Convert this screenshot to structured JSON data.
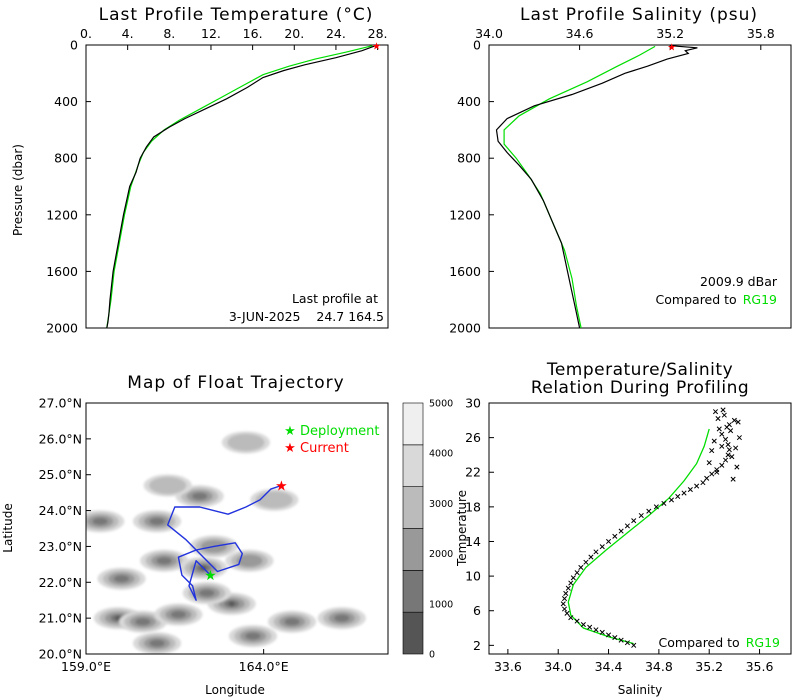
{
  "chart_data": [
    {
      "type": "line",
      "title": "Last Profile Temperature (°C)",
      "ylabel": "Pressure (dbar)",
      "xlim": [
        0,
        29
      ],
      "ylim": [
        2000,
        0
      ],
      "x_ticks": [
        "0.",
        "4.",
        "8.",
        "12.",
        "16.",
        "20.",
        "24.",
        "28."
      ],
      "y_ticks": [
        "0",
        "400",
        "800",
        "1200",
        "1600",
        "2000"
      ],
      "annotation_lines": [
        "Last profile at",
        "3-JUN-2025    24.7 164.5"
      ],
      "series": [
        {
          "color": "#000000",
          "x": [
            27.8,
            26.5,
            24.0,
            21.0,
            19.0,
            17.0,
            15.5,
            13.5,
            11.5,
            9.5,
            8.0,
            6.5,
            5.8,
            5.2,
            4.8,
            4.2,
            3.6,
            3.1,
            2.6,
            2.3,
            2.2,
            2.1,
            2.0
          ],
          "y": [
            5,
            40,
            90,
            140,
            180,
            230,
            300,
            380,
            450,
            520,
            580,
            650,
            720,
            800,
            900,
            1000,
            1200,
            1400,
            1600,
            1800,
            1900,
            1960,
            2010
          ]
        },
        {
          "color": "#00dd00",
          "x": [
            27.5,
            25.0,
            22.0,
            19.5,
            17.0,
            15.0,
            13.0,
            11.0,
            9.0,
            7.5,
            6.3,
            5.5,
            5.0,
            4.3,
            3.7,
            3.2,
            2.7,
            2.4,
            2.2,
            2.0
          ],
          "y": [
            5,
            50,
            100,
            150,
            210,
            290,
            370,
            450,
            530,
            600,
            680,
            760,
            850,
            1000,
            1200,
            1400,
            1600,
            1800,
            1900,
            2010
          ]
        }
      ],
      "marker": {
        "x": 27.9,
        "y": 3,
        "color": "#ff0000"
      }
    },
    {
      "type": "line",
      "title": "Last Profile Salinity (psu)",
      "xlim": [
        34.0,
        36.0
      ],
      "ylim": [
        2000,
        0
      ],
      "x_ticks": [
        "34.0",
        "34.6",
        "35.2",
        "35.8"
      ],
      "y_ticks": [
        "0",
        "400",
        "800",
        "1200",
        "1600",
        "2000"
      ],
      "annotation_lines": [
        "2009.9 dBar",
        "Compared to"
      ],
      "annotation_ref": "RG19",
      "series": [
        {
          "color": "#000000",
          "x": [
            35.2,
            35.38,
            35.3,
            35.32,
            35.18,
            35.05,
            34.9,
            34.75,
            34.55,
            34.3,
            34.12,
            34.05,
            34.06,
            34.12,
            34.2,
            34.28,
            34.36,
            34.42,
            34.48,
            34.52,
            34.56,
            34.58,
            34.6
          ],
          "y": [
            5,
            20,
            40,
            60,
            100,
            150,
            200,
            270,
            350,
            430,
            520,
            600,
            680,
            760,
            850,
            950,
            1100,
            1250,
            1400,
            1600,
            1800,
            1900,
            2010
          ]
        },
        {
          "color": "#00dd00",
          "x": [
            35.1,
            35.0,
            34.85,
            34.65,
            34.4,
            34.2,
            34.1,
            34.1,
            34.18,
            34.26,
            34.34,
            34.42,
            34.5,
            34.55,
            34.58,
            34.61
          ],
          "y": [
            10,
            70,
            150,
            260,
            380,
            500,
            600,
            700,
            800,
            920,
            1050,
            1250,
            1450,
            1650,
            1850,
            2010
          ]
        }
      ],
      "marker": {
        "x": 35.21,
        "y": 10,
        "color": "#ff0000"
      }
    },
    {
      "type": "map",
      "title": "Map of Float Trajectory",
      "xlabel": "Longitude",
      "ylabel": "Latitude",
      "xlim": [
        159.0,
        167.5
      ],
      "ylim": [
        20.0,
        27.0
      ],
      "x_ticks": [
        "159.0°E",
        "164.0°E"
      ],
      "y_ticks": [
        "20.0°N",
        "21.0°N",
        "22.0°N",
        "23.0°N",
        "24.0°N",
        "25.0°N",
        "26.0°N",
        "27.0°N"
      ],
      "legend": [
        {
          "label": "Deployment",
          "color": "#00dd00"
        },
        {
          "label": "Current",
          "color": "#ff0000"
        }
      ],
      "colorbar_ticks": [
        "0",
        "1000",
        "2000",
        "3000",
        "4000",
        "5000"
      ],
      "colorbar_colors": [
        "#555555",
        "#777777",
        "#999999",
        "#bbbbbb",
        "#d9d9d9",
        "#efefef"
      ],
      "deployment": {
        "lon": 162.5,
        "lat": 22.2
      },
      "current": {
        "lon": 164.5,
        "lat": 24.7
      },
      "trajectory": {
        "lon": [
          162.5,
          162.1,
          161.9,
          162.1,
          162.0,
          161.7,
          161.6,
          162.1,
          162.6,
          163.2,
          163.4,
          163.3,
          162.7,
          161.8,
          161.3,
          161.5,
          162.2,
          163.0,
          163.5,
          163.9,
          164.2,
          164.5
        ],
        "lat": [
          22.2,
          22.6,
          21.9,
          21.5,
          21.9,
          22.2,
          22.7,
          22.9,
          23.0,
          23.1,
          22.8,
          22.5,
          22.3,
          23.2,
          23.6,
          24.1,
          24.1,
          23.9,
          24.1,
          24.3,
          24.6,
          24.7
        ]
      },
      "seamounts": [
        {
          "lon": 159.4,
          "lat": 23.7,
          "level": 3
        },
        {
          "lon": 160.0,
          "lat": 22.1,
          "level": 3
        },
        {
          "lon": 159.9,
          "lat": 21.0,
          "level": 4
        },
        {
          "lon": 160.6,
          "lat": 20.9,
          "level": 3
        },
        {
          "lon": 161.0,
          "lat": 23.7,
          "level": 3
        },
        {
          "lon": 161.2,
          "lat": 22.6,
          "level": 3
        },
        {
          "lon": 161.6,
          "lat": 21.1,
          "level": 3
        },
        {
          "lon": 162.2,
          "lat": 24.4,
          "level": 3
        },
        {
          "lon": 162.3,
          "lat": 22.4,
          "level": 4
        },
        {
          "lon": 163.1,
          "lat": 21.4,
          "level": 4
        },
        {
          "lon": 162.4,
          "lat": 21.7,
          "level": 3
        },
        {
          "lon": 163.7,
          "lat": 20.5,
          "level": 3
        },
        {
          "lon": 164.8,
          "lat": 20.9,
          "level": 3
        },
        {
          "lon": 161.0,
          "lat": 20.3,
          "level": 3
        },
        {
          "lon": 166.2,
          "lat": 21.0,
          "level": 3
        },
        {
          "lon": 163.6,
          "lat": 22.6,
          "level": 2
        },
        {
          "lon": 163.5,
          "lat": 25.9,
          "level": 1
        },
        {
          "lon": 164.3,
          "lat": 24.3,
          "level": 1
        },
        {
          "lon": 162.6,
          "lat": 23.0,
          "level": 2
        },
        {
          "lon": 161.3,
          "lat": 24.7,
          "level": 1
        }
      ]
    },
    {
      "type": "scatter",
      "title_lines": [
        "Temperature/Salinity",
        "Relation During Profiling"
      ],
      "xlabel": "Salinity",
      "ylabel": "Temperature",
      "xlim": [
        33.45,
        35.85
      ],
      "ylim": [
        1,
        30
      ],
      "x_ticks": [
        33.6,
        34.0,
        34.4,
        34.8,
        35.2,
        35.6
      ],
      "x_tick_labels": [
        "33.6",
        "34.0",
        "34.4",
        "34.8",
        "35.2",
        "35.6"
      ],
      "y_ticks": [
        2,
        6,
        10,
        14,
        18,
        22,
        26,
        30
      ],
      "y_tick_labels": [
        "2",
        "6",
        "10",
        "14",
        "18",
        "22",
        "26",
        "30"
      ],
      "annotation": "Compared to",
      "annotation_ref": "RG19",
      "ref_curve": {
        "color": "#00dd00",
        "salinity": [
          34.6,
          34.4,
          34.2,
          34.1,
          34.08,
          34.12,
          34.22,
          34.38,
          34.55,
          34.72,
          34.88,
          35.0,
          35.1,
          35.16,
          35.2
        ],
        "temperature": [
          2.2,
          3.0,
          4.0,
          5.5,
          7.0,
          9.0,
          11.0,
          13.0,
          15.0,
          17.0,
          19.0,
          21.0,
          23.0,
          25.0,
          27.0
        ]
      },
      "profile_points": {
        "color": "#000000",
        "salinity": [
          34.6,
          34.55,
          34.5,
          34.45,
          34.4,
          34.35,
          34.3,
          34.25,
          34.2,
          34.15,
          34.1,
          34.07,
          34.05,
          34.04,
          34.05,
          34.06,
          34.08,
          34.1,
          34.12,
          34.15,
          34.18,
          34.22,
          34.26,
          34.3,
          34.35,
          34.4,
          34.45,
          34.5,
          34.55,
          34.6,
          34.66,
          34.72,
          34.78,
          34.84,
          34.9,
          34.95,
          35.0,
          35.05,
          35.1,
          35.15,
          35.18,
          35.22,
          35.26,
          35.3,
          35.33,
          35.35,
          35.36,
          35.35,
          35.33,
          35.3,
          35.28,
          35.36,
          35.4,
          35.32,
          35.25,
          35.42,
          35.38,
          35.22,
          35.3,
          35.44,
          35.2,
          35.34,
          35.27,
          35.41,
          35.24,
          35.37,
          35.31,
          35.43,
          35.26,
          35.39
        ],
        "temperature": [
          2.0,
          2.3,
          2.6,
          2.9,
          3.2,
          3.5,
          3.8,
          4.1,
          4.4,
          4.8,
          5.2,
          5.7,
          6.2,
          6.8,
          7.4,
          8.0,
          8.6,
          9.2,
          9.8,
          10.4,
          11.0,
          11.6,
          12.2,
          12.8,
          13.4,
          14.0,
          14.6,
          15.2,
          15.8,
          16.4,
          17.0,
          17.5,
          18.0,
          18.4,
          18.8,
          19.2,
          19.6,
          20.0,
          20.4,
          20.8,
          21.3,
          21.8,
          22.3,
          22.8,
          23.4,
          24.0,
          24.6,
          25.2,
          25.8,
          26.4,
          27.0,
          27.5,
          28.0,
          28.6,
          29.0,
          22.6,
          23.8,
          24.5,
          25.0,
          26.0,
          23.1,
          27.2,
          28.2,
          24.8,
          25.6,
          26.8,
          29.2,
          27.8,
          22.0,
          21.2
        ]
      }
    }
  ]
}
